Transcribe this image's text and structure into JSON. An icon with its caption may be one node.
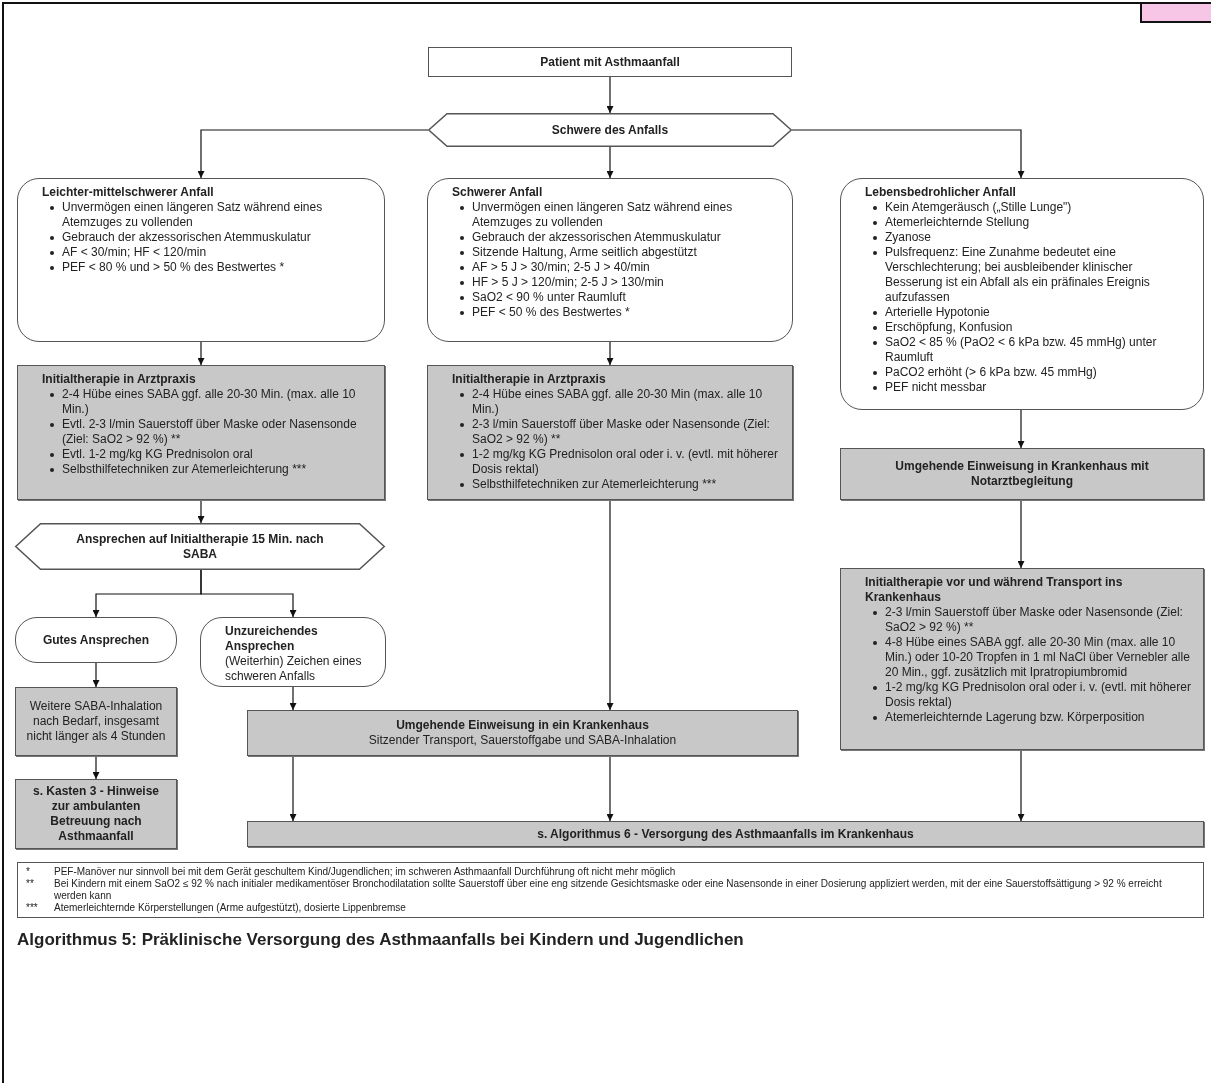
{
  "diagram": {
    "caption": "Algorithmus 5: Präklinische Versorgung des Asthmaanfalls bei Kindern und Jugendlichen",
    "nodes": [
      {
        "text": [
          "Patient mit Asthmaanfall"
        ]
      },
      {
        "text": [
          "Schwere des Anfalls"
        ]
      },
      {
        "text": [
          "Leichter-mittelschwerer Anfall",
          "Unvermögen einen längeren Satz während eines Atemzuges zu vollenden",
          "Gebrauch der akzessorischen Atemmuskulatur",
          "AF < 30/min; HF < 120/min",
          "PEF < 80 % und > 50 % des Bestwertes *"
        ]
      },
      {
        "text": [
          "Schwerer Anfall",
          "Unvermögen einen längeren Satz während eines Atemzuges zu vollenden",
          "Gebrauch der akzessorischen Atemmuskulatur",
          "Sitzende Haltung, Arme seitlich abgestützt",
          "AF > 5 J > 30/min; 2-5 J > 40/min",
          "HF > 5 J > 120/min; 2-5 J > 130/min",
          "SaO2 < 90 % unter Raumluft",
          "PEF < 50 % des Bestwertes *"
        ]
      },
      {
        "text": [
          "Lebensbedrohlicher Anfall",
          "Kein Atemgeräusch („Stille Lunge\")",
          "Atemerleichternde Stellung",
          "Zyanose",
          "Pulsfrequenz: Eine Zunahme bedeutet eine Verschlechterung; bei ausbleibender klinischer Besserung ist ein Abfall als ein präfinales Ereignis aufzufassen",
          "Arterielle Hypotonie",
          "Erschöpfung, Konfusion",
          "SaO2 < 85 % (PaO2 < 6 kPa bzw. 45 mmHg) unter Raumluft",
          "PaCO2 erhöht (> 6 kPa bzw. 45 mmHg)",
          "PEF nicht messbar"
        ]
      },
      {
        "text": [
          "Initialtherapie in Arztpraxis",
          "2-4 Hübe eines SABA ggf. alle 20-30 Min. (max. alle 10 Min.)",
          "Evtl. 2-3 l/min Sauerstoff über Maske oder Nasensonde (Ziel: SaO2 > 92 %) **",
          "Evtl. 1-2 mg/kg KG Prednisolon oral",
          "Selbsthilfetechniken zur Atemerleichterung ***"
        ]
      },
      {
        "text": [
          "Initialtherapie in Arztpraxis",
          "2-4 Hübe eines SABA ggf. alle 20-30 Min (max. alle 10 Min.)",
          "2-3 l/min Sauerstoff über Maske oder Nasensonde (Ziel: SaO2 > 92 %) **",
          "1-2 mg/kg KG Prednisolon oral oder i. v. (evtl. mit höherer Dosis rektal)",
          "Selbsthilfetechniken zur Atemerleichterung ***"
        ]
      },
      {
        "text": [
          "Umgehende Einweisung in Krankenhaus mit Notarztbegleitung"
        ]
      },
      {
        "text": [
          "Ansprechen auf Initialtherapie 15 Min. nach SABA"
        ]
      },
      {
        "text": [
          "Gutes Ansprechen"
        ]
      },
      {
        "text": [
          "Unzureichendes Ansprechen",
          "(Weiterhin) Zeichen eines schweren Anfalls"
        ]
      },
      {
        "text": [
          "Weitere SABA-Inhalation nach Bedarf, insgesamt nicht länger als 4 Stunden"
        ]
      },
      {
        "text": [
          "Umgehende Einweisung in ein Krankenhaus",
          "Sitzender Transport, Sauerstoffgabe und SABA-Inhalation"
        ]
      },
      {
        "text": [
          "Initialtherapie vor und während Transport ins Krankenhaus",
          "2-3 l/min Sauerstoff über Maske oder Nasensonde (Ziel: SaO2 > 92 %) **",
          "4-8 Hübe eines SABA ggf. alle 20-30 Min (max. alle 10 Min.) oder 10-20 Tropfen in 1 ml NaCl über Vernebler alle 20 Min., ggf. zusätzlich mit Ipratropiumbromid",
          "1-2 mg/kg KG Prednisolon oral oder i. v. (evtl. mit höherer Dosis rektal)",
          "Atemerleichternde Lagerung bzw. Körperposition"
        ]
      },
      {
        "text": [
          "s. Kasten 3 - Hinweise zur ambulanten Betreuung nach Asthmaanfall"
        ]
      },
      {
        "text": [
          "s. Algorithmus 6 - Versorgung des Asthmaanfalls im Krankenhaus"
        ]
      }
    ],
    "edges": [
      {
        "from": 0,
        "to": 1,
        "arrow": "to"
      },
      {
        "from": 1,
        "to": 2,
        "arrow": "to"
      },
      {
        "from": 1,
        "to": 3,
        "arrow": "to"
      },
      {
        "from": 1,
        "to": 4,
        "arrow": "to"
      },
      {
        "from": 2,
        "to": 5,
        "arrow": "to"
      },
      {
        "from": 3,
        "to": 6,
        "arrow": "to"
      },
      {
        "from": 4,
        "to": 7,
        "arrow": "to"
      },
      {
        "from": 5,
        "to": 8,
        "arrow": "to"
      },
      {
        "from": 8,
        "to": 9,
        "arrow": "to"
      },
      {
        "from": 8,
        "to": 10,
        "arrow": "to"
      },
      {
        "from": 9,
        "to": 11,
        "arrow": "to"
      },
      {
        "from": 10,
        "to": 12,
        "arrow": "to"
      },
      {
        "from": 6,
        "to": 12,
        "arrow": "to"
      },
      {
        "from": 7,
        "to": 13,
        "arrow": "to"
      },
      {
        "from": 11,
        "to": 14,
        "arrow": "to"
      },
      {
        "from": 12,
        "to": 15,
        "arrow": "to"
      },
      {
        "from": 12,
        "to": 15,
        "arrow": "to"
      },
      {
        "from": 13,
        "to": 15,
        "arrow": "to"
      }
    ],
    "labels": [
      "*",
      "PEF-Manöver nur sinnvoll bei mit dem Gerät geschultem Kind/Jugendlichen; im schweren Asthmaanfall Durchführung oft nicht mehr möglich",
      "**",
      "Bei Kindern mit einem SaO2 ≤ 92 % nach initialer medikamentöser Bronchodilatation sollte Sauerstoff über eine eng sitzende Gesichtsmaske oder eine Nasensonde in einer Dosierung appliziert werden, mit der eine Sauerstoffsättigung > 92 % erreicht werden kann",
      "***",
      "Atemerleichternde Körperstellungen (Arme aufgestützt), dosierte Lippenbremse"
    ]
  }
}
